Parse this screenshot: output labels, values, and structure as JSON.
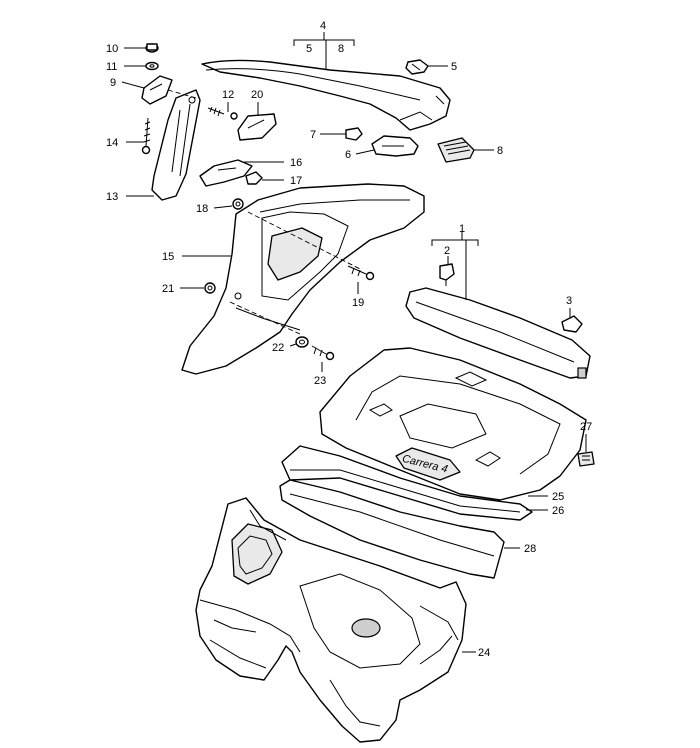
{
  "callouts": {
    "c1": "1",
    "c2": "2",
    "c3": "3",
    "c4": "4",
    "c4a": "5",
    "c4b": "8",
    "c5": "5",
    "c6": "6",
    "c7": "7",
    "c8": "8",
    "c9": "9",
    "c10": "10",
    "c11": "11",
    "c12": "12",
    "c13": "13",
    "c14": "14",
    "c15": "15",
    "c16": "16",
    "c17": "17",
    "c18": "18",
    "c19": "19",
    "c20": "20",
    "c21": "21",
    "c22": "22",
    "c23": "23",
    "c24": "24",
    "c25": "25",
    "c26": "26",
    "c27": "27",
    "c28": "28"
  },
  "badge_text": "Carrera 4"
}
